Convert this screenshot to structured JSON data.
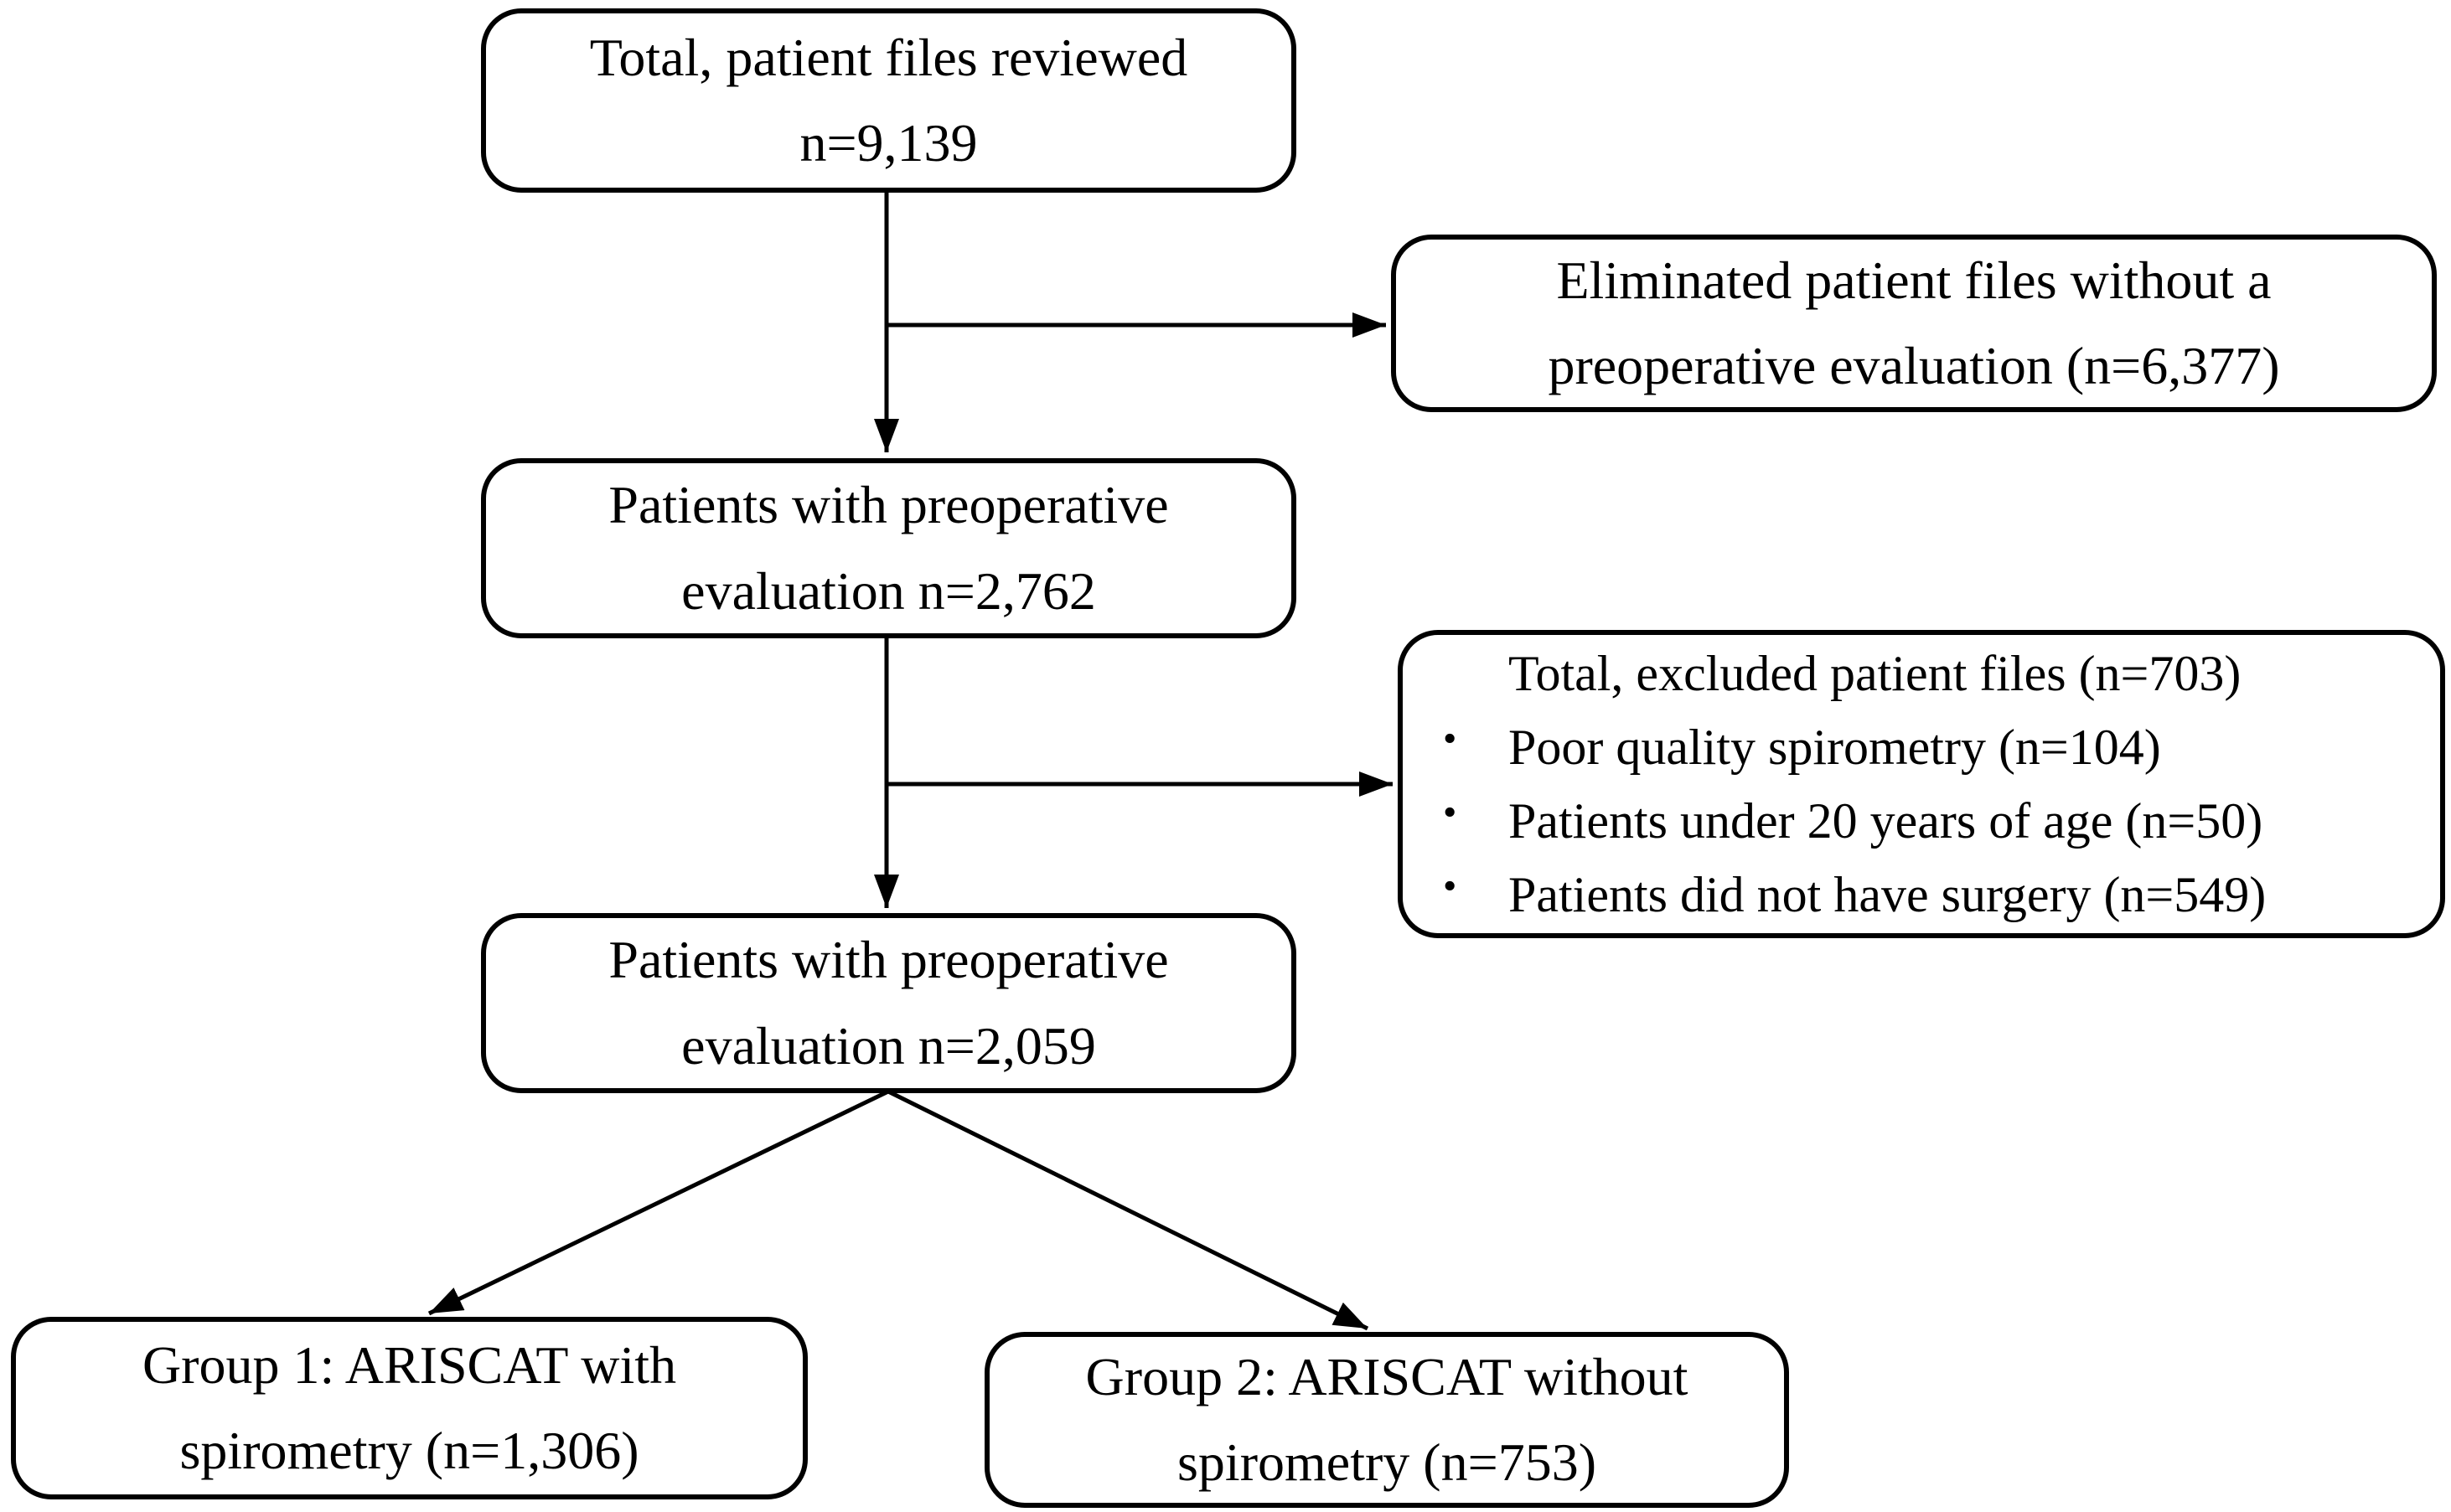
{
  "diagram": {
    "background_color": "#ffffff",
    "line_color": "#000000",
    "boxes": {
      "total_reviewed": {
        "line1": "Total, patient files reviewed",
        "line2": "n=9,139"
      },
      "eliminated": {
        "line1": "Eliminated patient files without a",
        "line2": "preoperative evaluation (n=6,377)"
      },
      "preop_2762": {
        "line1": "Patients with preoperative",
        "line2": "evaluation n=2,762"
      },
      "excluded": {
        "title": "Total, excluded patient files (n=703)",
        "bullet_char": "•",
        "bullets": [
          "Poor quality spirometry (n=104)",
          "Patients under 20 years of age (n=50)",
          "Patients did not have surgery (n=549)"
        ]
      },
      "preop_2059": {
        "line1": "Patients with preoperative",
        "line2": "evaluation n=2,059"
      },
      "group1": {
        "line1": "Group 1: ARISCAT with",
        "line2": "spirometry (n=1,306)"
      },
      "group2": {
        "line1": "Group 2: ARISCAT without",
        "line2": "spirometry (n=753)"
      }
    }
  }
}
